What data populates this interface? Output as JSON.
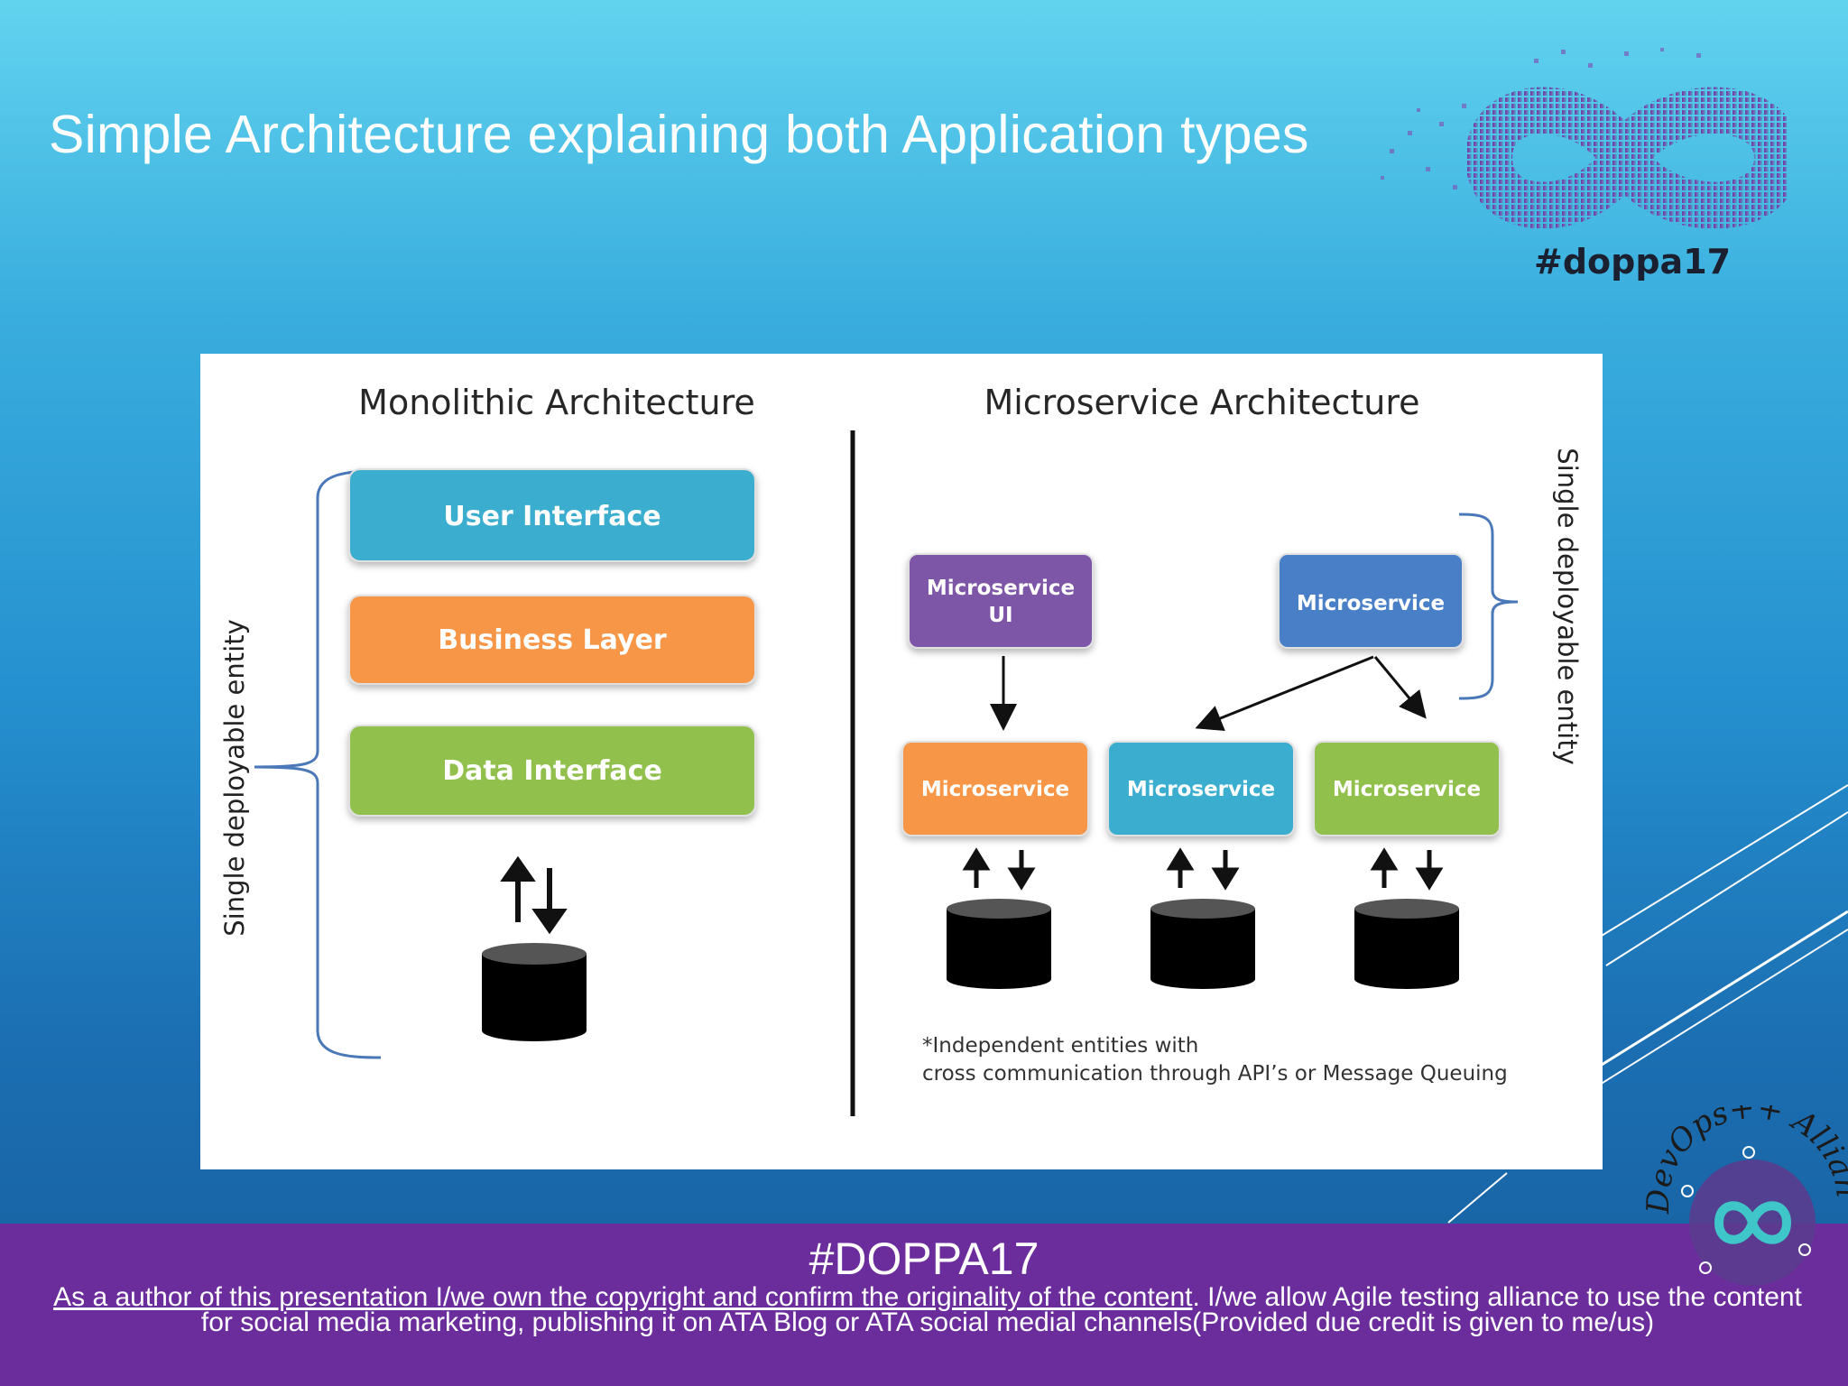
{
  "slide": {
    "title": "Simple Architecture explaining both Application types",
    "logo_hashtag": "#doppa17"
  },
  "diagram": {
    "monolithic": {
      "heading": "Monolithic Architecture",
      "side_label": "Single deployable entity",
      "layers": [
        {
          "label": "User Interface",
          "color": "#3aaed0"
        },
        {
          "label": "Business Layer",
          "color": "#f79646"
        },
        {
          "label": "Data Interface",
          "color": "#92c04e"
        }
      ]
    },
    "microservice": {
      "heading": "Microservice Architecture",
      "side_label": "Single deployable entity",
      "top_ui": {
        "line1": "Microservice",
        "line2": "UI",
        "color": "#7e56a8"
      },
      "top_service": {
        "label": "Microservice",
        "color": "#4a7fc6"
      },
      "services": [
        {
          "label": "Microservice",
          "color": "#f79646"
        },
        {
          "label": "Microservice",
          "color": "#3aaed0"
        },
        {
          "label": "Microservice",
          "color": "#92c04e"
        }
      ],
      "note_line1": "*Independent entities with",
      "note_line2": "cross communication through API’s or Message Queuing"
    }
  },
  "footer": {
    "hashtag": "#DOPPA17",
    "underlined": "As a author of this presentation I/we own the copyright and confirm the originality of the content",
    "rest": ". I/we allow Agile testing alliance to use the content for social media marketing, publishing it on ATA Blog or ATA social medial channels(Provided due credit is given to me/us)"
  },
  "badge": {
    "text": "DevOps++ Alliance"
  },
  "colors": {
    "footer_bg": "#6b2d9c",
    "bracket": "#4a78b8"
  }
}
